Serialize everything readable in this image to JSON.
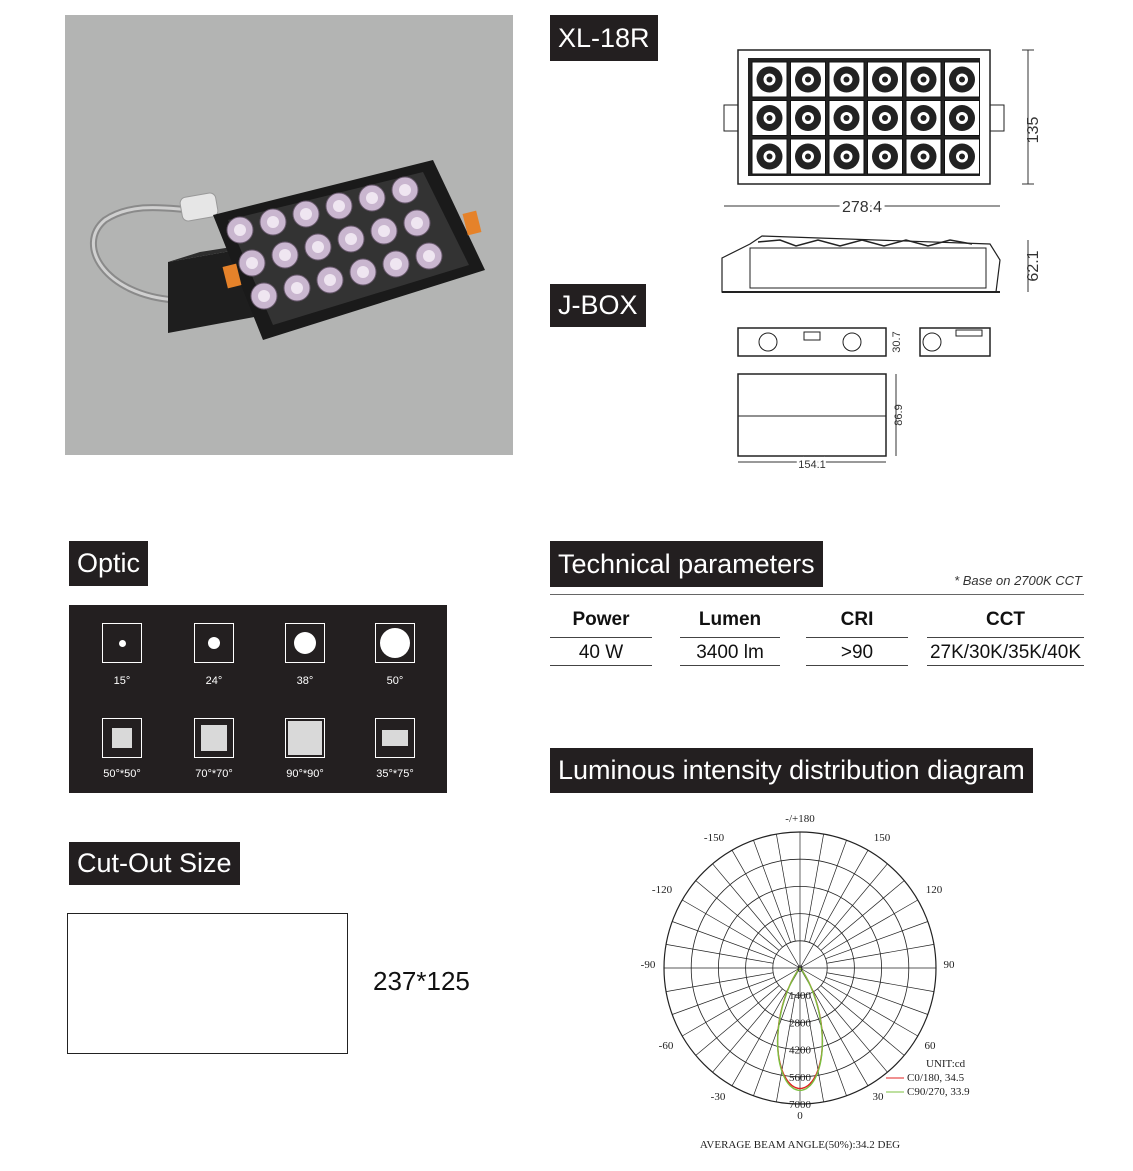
{
  "product": {
    "model_label": "XL-18R",
    "jbox_label": "J-BOX"
  },
  "dimensions": {
    "width": "278.4",
    "height": "135",
    "depth": "62.1",
    "jbox_height": "30.7",
    "jbox_depth": "86.9",
    "jbox_width": "154.1"
  },
  "optic": {
    "title": "Optic",
    "items": [
      {
        "label": "15°"
      },
      {
        "label": "24°"
      },
      {
        "label": "38°"
      },
      {
        "label": "50°"
      },
      {
        "label": "50°*50°"
      },
      {
        "label": "70°*70°"
      },
      {
        "label": "90°*90°"
      },
      {
        "label": "35°*75°"
      }
    ]
  },
  "cutout": {
    "title": "Cut-Out Size",
    "value": "237*125"
  },
  "technical": {
    "title": "Technical parameters",
    "note": "* Base on 2700K CCT",
    "headers": [
      "Power",
      "Lumen",
      "CRI",
      "CCT"
    ],
    "values": [
      "40 W",
      "3400 lm",
      ">90",
      "27K/30K/35K/40K"
    ]
  },
  "luminous": {
    "title": "Luminous intensity distribution diagram",
    "angle_labels": [
      "-/+180",
      "-150",
      "150",
      "-120",
      "120",
      "-90",
      "90",
      "-60",
      "60",
      "-30",
      "30",
      "0"
    ],
    "radial_labels": [
      "0",
      "1400",
      "2800",
      "4200",
      "5600",
      "7000"
    ],
    "unit": "UNIT:cd",
    "legend": [
      {
        "name": "C0/180, 34.5",
        "color": "#e02020"
      },
      {
        "name": "C90/270, 33.9",
        "color": "#7cc040"
      }
    ],
    "footer": "AVERAGE BEAM ANGLE(50%):34.2 DEG"
  },
  "chart_data": {
    "type": "polar",
    "radial_max": 7000,
    "radial_ticks": [
      0,
      1400,
      2800,
      4200,
      5600,
      7000
    ],
    "series": [
      {
        "name": "C0/180, 34.5",
        "beam_angle_deg": 34.5,
        "peak_cd": 6200,
        "color": "#e02020"
      },
      {
        "name": "C90/270, 33.9",
        "beam_angle_deg": 33.9,
        "peak_cd": 6300,
        "color": "#7cc040"
      }
    ]
  }
}
